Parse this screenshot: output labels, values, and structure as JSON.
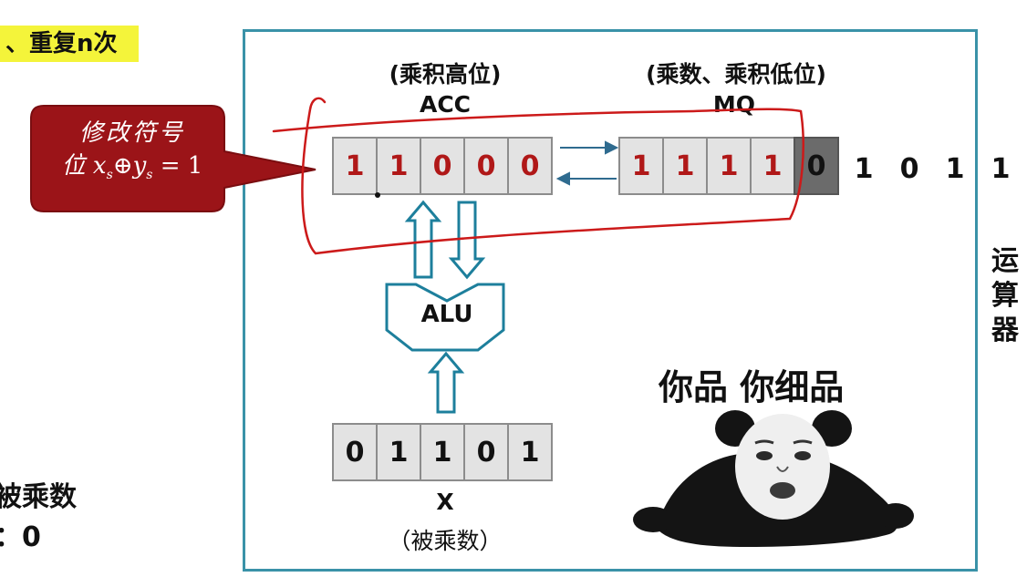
{
  "heading": "、重复n次",
  "left_text": [
    "被乘数",
    "：0"
  ],
  "acc": {
    "title": "(乘积高位)",
    "name": "ACC",
    "bits": [
      "1",
      "1",
      "0",
      "0",
      "0"
    ]
  },
  "mq": {
    "title": "(乘数、乘积低位)",
    "name": "MQ",
    "bits": [
      "1",
      "1",
      "1",
      "1",
      "0"
    ],
    "shifted_out": [
      "1",
      "0",
      "1",
      "1"
    ]
  },
  "x_register": {
    "bits": [
      "0",
      "1",
      "1",
      "0",
      "1"
    ],
    "name": "X",
    "title": "（被乘数）"
  },
  "alu_label": "ALU",
  "callout": {
    "line1": "修改符号",
    "line2_prefix": "位 x",
    "sub1": "s",
    "op": "⊕",
    "y": "y",
    "sub2": "s",
    "suffix": " = 1"
  },
  "side_caption": [
    "运",
    "算",
    "器"
  ],
  "meme": {
    "caption": "你品 你细品",
    "icon": "panda-meme-face"
  },
  "colors": {
    "frame": "#3a92a8",
    "highlight": "#f4f43a",
    "callout_fill": "#9b1418",
    "bit_red": "#b01818",
    "annotation_red": "#cc1a1a"
  }
}
